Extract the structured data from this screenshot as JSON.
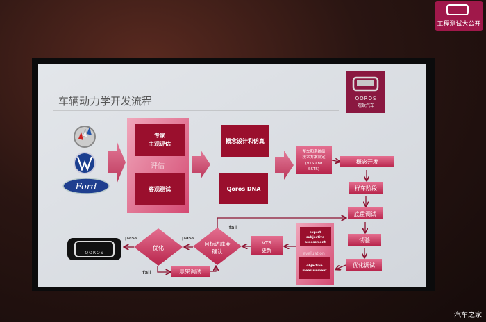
{
  "badge": {
    "label": "工程测试大公开"
  },
  "watermark": "汽车之家",
  "slide": {
    "title": "车辆动力学开发流程",
    "brand": {
      "logo_text": "QOROS",
      "name_cn": "观致汽车"
    },
    "benchmark_logos": [
      "buick-logo",
      "volkswagen-logo",
      "ford-logo"
    ],
    "ford_text": "Ford",
    "evaluation_group": {
      "label": "评估",
      "items": [
        "专家",
        "主观评估",
        "客观测试"
      ]
    },
    "concept_boxes": [
      "概念设计和仿真",
      "Qoros DNA"
    ],
    "target_box": [
      "整车和系统级",
      "技术方案设定",
      "(VTS and",
      "SSTS)"
    ],
    "stages": [
      "概念开发",
      "样车阶段",
      "底盘调试",
      "试验",
      "优化调试"
    ],
    "evaluation_box": {
      "label": "evaluation",
      "expert": [
        "expert",
        "subjective",
        "assessment"
      ],
      "objective": [
        "objective",
        "measurement"
      ]
    },
    "vts_update": [
      "VTS",
      "更新"
    ],
    "decision_target": [
      "目标达成度",
      "确认"
    ],
    "decision_optimize": "优化",
    "suspension_tuning": "悬架调试",
    "labels": {
      "pass1": "pass",
      "pass2": "pass",
      "fail1": "fail",
      "fail2": "fail"
    },
    "end_logo_text": "QOROS"
  },
  "colors": {
    "dark_red": "#9a0f2d",
    "pink": "#cf3d66",
    "light_pink": "#e89ab0",
    "screen": "#dfe2e6"
  }
}
